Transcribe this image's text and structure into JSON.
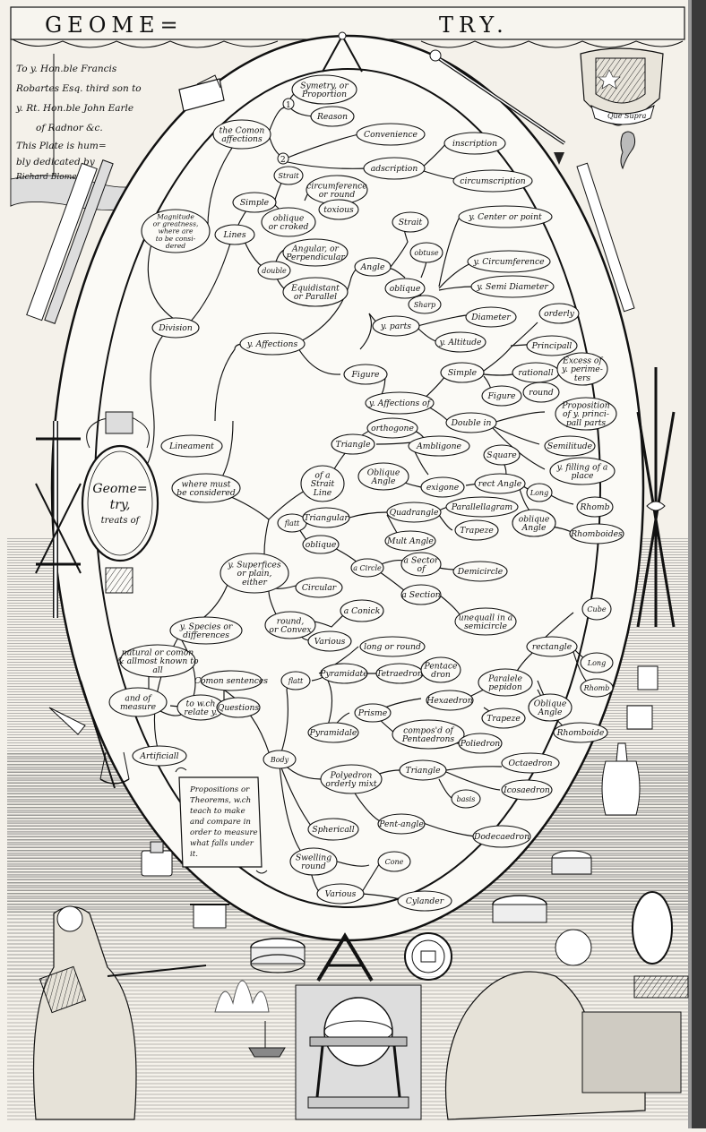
{
  "title": {
    "left": "GEOME=",
    "right": "TRY."
  },
  "dedication": [
    "To y. Hon.ble Francis",
    "Robartes Esq. third son to",
    "y. Rt. Hon.ble John Earle",
    "of Radnor &c.",
    "This Plate is hum=",
    "bly dedicated by",
    "Richard Blome"
  ],
  "motto": "Que Supra",
  "central_label": [
    "Geome=",
    "try,",
    "treats of"
  ],
  "propositions_note": [
    "Propositions or",
    "Theorems, w.ch",
    "teach to make",
    "and compare in",
    "order to measure",
    "what falls under",
    "it."
  ],
  "numbers": [
    "1",
    "2"
  ],
  "nodes": {
    "magnitude": [
      "Magnitude",
      "or greatness,",
      "where are",
      "to be consi-",
      "dered"
    ],
    "division": "Division",
    "lineament": "Lineament",
    "where_considered": [
      "where must",
      "be considered"
    ],
    "species": [
      "y. Species or",
      "differences"
    ],
    "natural": [
      "natural or comon",
      "& allmost known to",
      "all"
    ],
    "of_measure": [
      "and of",
      "measure"
    ],
    "with_relate": [
      "to w.ch",
      "relate y."
    ],
    "artificial": "Artificiall",
    "comon_sentences": "Comon sentences",
    "questions": "Questions",
    "common_affections": [
      "the Comon",
      "affections"
    ],
    "symmetry": [
      "Symetry, or",
      "Proportion"
    ],
    "reason": "Reason",
    "convenience": "Convenience",
    "adscription": "adscription",
    "inscription": "inscription",
    "circumscription": "circumscription",
    "lines": "Lines",
    "simple": "Simple",
    "strait": "Strait",
    "oblique_croked": [
      "oblique",
      "or croked"
    ],
    "circumference_round": [
      "circumference",
      "or round"
    ],
    "toxious": "toxious",
    "angular": [
      "Angular, or",
      "Perpendicular"
    ],
    "double": "double",
    "equidistant": [
      "Equidistant",
      "or Parallel"
    ],
    "y_affections": "y. Affections",
    "angle": "Angle",
    "strait2": "Strait",
    "obtuse": "obtuse",
    "oblique_angle": "oblique",
    "sharp": "Sharp",
    "center_point": "y. Center or point",
    "circumference": "y. Circumference",
    "semidiameter": "y. Semi Diameter",
    "parts": "y. parts",
    "diameter": "Diameter",
    "altitude": "y. Altitude",
    "figure": "Figure",
    "affections_of": "y. Affections of",
    "simple2": "Simple",
    "orderly": "orderly",
    "principall": "Principall",
    "rationall": "rationall",
    "figure2": "Figure",
    "round": "round",
    "excess_perimeters": [
      "Excess of",
      "y. perime-",
      "ters"
    ],
    "double_in": "Double in",
    "proposition_parts": [
      "Proposition",
      "of y. princi-",
      "pall parts"
    ],
    "semilitude": "Semilitude",
    "filling_place": [
      "y. filling of a",
      "place"
    ],
    "orthogone": "orthogone",
    "triangle": "Triangle",
    "amblygone": "Ambligone",
    "oblique_angle2": [
      "Oblique",
      "Angle"
    ],
    "exigone": "exigone",
    "square": "Square",
    "rect_angle": "rect Angle",
    "long": "Long",
    "rhomb": "Rhomb",
    "oblique_angle3": [
      "oblique",
      "Angle"
    ],
    "rhomboides": "Rhomboides",
    "strait_line": [
      "of a",
      "Strait",
      "Line"
    ],
    "flatt": "flatt",
    "triangular": "Triangular",
    "quadrangle": "Quadrangle",
    "parallelogram": "Parallellagram",
    "trapeze": "Trapeze",
    "multangle": "Mult Angle",
    "oblique2": "oblique",
    "circle": "a Circle",
    "sector": [
      "a Sector",
      "of"
    ],
    "semicircle": "Demicircle",
    "section": "a Section",
    "unequal_semicircle": [
      "unequall in a",
      "semicircle"
    ],
    "superficies": [
      "y. Superfices",
      "or plain,",
      "either"
    ],
    "circular": "Circular",
    "round_convex": [
      "round,",
      "or Convex"
    ],
    "conick": "a Conick",
    "various": "Various",
    "long_round": "long or round",
    "cube": "Cube",
    "flatt2": "flatt",
    "pyramidate": "Pyramidate",
    "tetraedron": "Tetraedron",
    "pentaedron": [
      "Pentace",
      "dron"
    ],
    "parallelepipedon": [
      "Paralele",
      "pepidon"
    ],
    "rectangle": "rectangle",
    "long2": "Long",
    "rhomb2": "Rhomb",
    "hexaedron": "Hexaedron",
    "trapeze2": "Trapeze",
    "oblique_angle4": [
      "Oblique",
      "Angle"
    ],
    "rhomboide": "Rhomboide",
    "pyramidale": "Pyramidale",
    "prisme": "Prisme",
    "pentaedrons": [
      "compos'd of",
      "Pentaedrons"
    ],
    "poliedron": "Poliedron",
    "body": "Body",
    "polyedron": [
      "Polyedron",
      "orderly mixt"
    ],
    "triangle2": "Triangle",
    "octaedron": "Octaedron",
    "icosaedron": "Icosaedron",
    "basis": "basis",
    "pentangle": "Pent-angle",
    "dodecaedron": "Dodecaedron",
    "spherical": "Sphericall",
    "swelling": [
      "Swelling",
      "round"
    ],
    "cone": "Cone",
    "various2": "Various",
    "cylinder": "Cylander"
  }
}
